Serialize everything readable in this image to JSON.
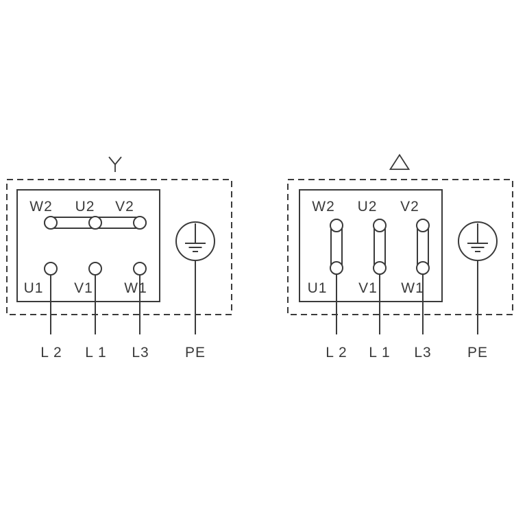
{
  "page": {
    "background_color": "#ffffff",
    "ink_color": "#3a3a3a",
    "description": "Three-phase motor terminal wiring diagrams: star (Y) and delta connection"
  },
  "star_diagram": {
    "connection_symbol": "star-Y",
    "top_terminals": [
      "W2",
      "U2",
      "V2"
    ],
    "bottom_terminals": [
      "U1",
      "V1",
      "W1"
    ],
    "phase_labels": [
      "L 2",
      "L 1",
      "L3"
    ],
    "pe_label": "PE"
  },
  "delta_diagram": {
    "connection_symbol": "delta-triangle",
    "top_terminals": [
      "W2",
      "U2",
      "V2"
    ],
    "bottom_terminals": [
      "U1",
      "V1",
      "W1"
    ],
    "phase_labels": [
      "L 2",
      "L 1",
      "L3"
    ],
    "pe_label": "PE"
  }
}
